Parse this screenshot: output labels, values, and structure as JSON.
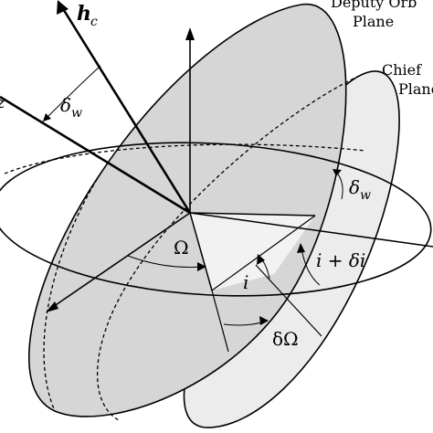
{
  "diagram": {
    "labels": {
      "h_vector": "h",
      "h_sub": "c",
      "deputy_plane_line1": "Deputy Orb",
      "deputy_plane_line2": "Plane",
      "chief_plane_line1": "Chief",
      "chief_plane_line2": "Plane",
      "delta_w_upper": "δ",
      "delta_w_upper_sub": "w",
      "delta_w_right": "δ",
      "delta_w_right_sub": "w",
      "omega": "Ω",
      "i_label": "i",
      "i_plus_di": "i + δi",
      "delta_omega": "δΩ",
      "left_edge_mark": "z"
    },
    "colors": {
      "deputy_plane_fill": "#d6d6d6",
      "chief_plane_fill": "#ececec",
      "triangle_fill": "#f2f2f2",
      "stroke": "#000000"
    }
  }
}
